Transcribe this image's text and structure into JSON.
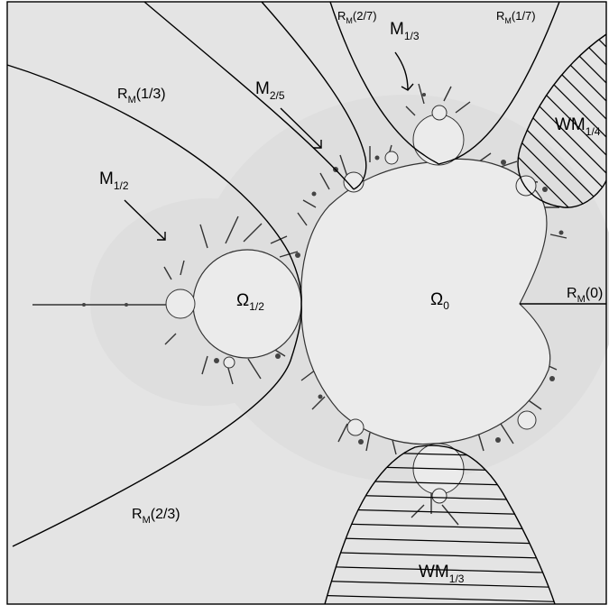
{
  "figure": {
    "labels": {
      "omega0": {
        "main": "Ω",
        "sub": "0"
      },
      "omega_half": {
        "main": "Ω",
        "sub": "1/2"
      },
      "m_half": {
        "main": "M",
        "sub": "1/2"
      },
      "m_2_5": {
        "main": "M",
        "sub": "2/5"
      },
      "m_1_3": {
        "main": "M",
        "sub": "1/3"
      },
      "wm_1_4": {
        "main": "WM",
        "sub": "1/4"
      },
      "wm_1_3": {
        "main": "WM",
        "sub": "1/3"
      },
      "ray_1_3": {
        "main": "R",
        "sub": "M",
        "arg": "(1/3)"
      },
      "ray_2_3": {
        "main": "R",
        "sub": "M",
        "arg": "(2/3)"
      },
      "ray_2_7": {
        "main": "R",
        "sub": "M",
        "arg": "(2/7)"
      },
      "ray_1_7": {
        "main": "R",
        "sub": "M",
        "arg": "(1/7)"
      },
      "ray_0": {
        "main": "R",
        "sub": "M",
        "arg": "(0)"
      }
    },
    "colors": {
      "background": "#e4e4e4",
      "set_fill": "#ebebeb",
      "line": "#000000",
      "fringe": "#333333"
    }
  }
}
